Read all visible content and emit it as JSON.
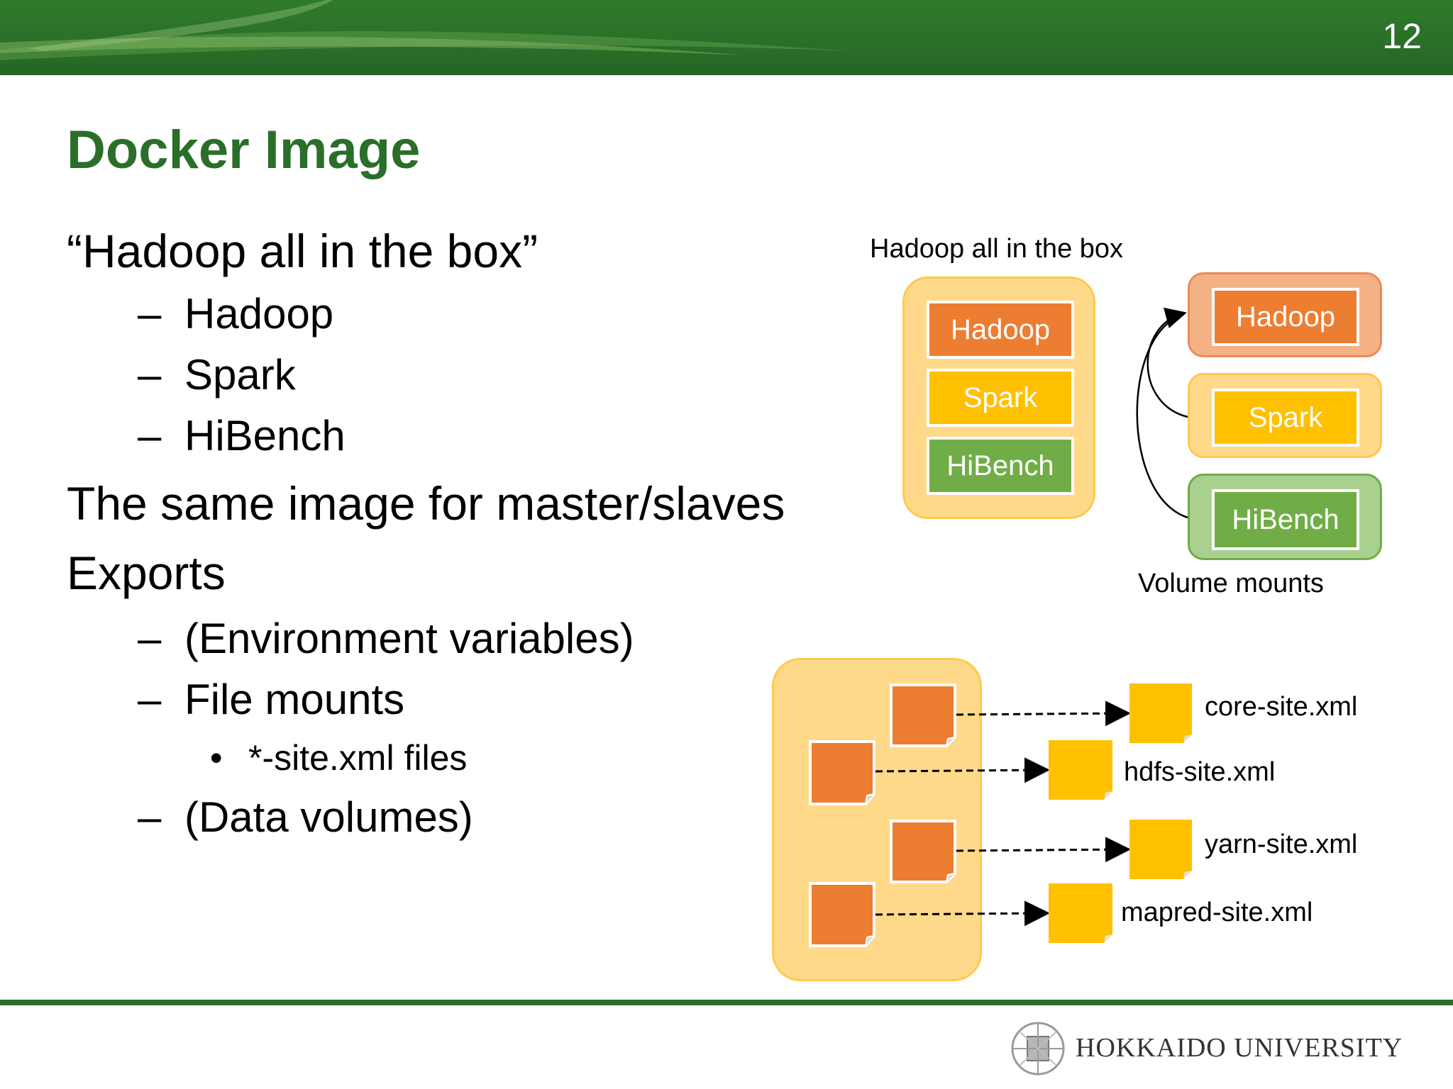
{
  "header": {
    "slide_number": "12"
  },
  "title": "Docker Image",
  "bullets": {
    "b1": "“Hadoop all in the box”",
    "b1_items": [
      "Hadoop",
      "Spark",
      "HiBench"
    ],
    "b2": "The same image for master/slaves",
    "b3": "Exports",
    "b3_items": [
      "(Environment variables)",
      "File mounts",
      "(Data volumes)"
    ],
    "b3_sub": "*-site.xml files",
    "dash": "–",
    "dot": "•"
  },
  "diagram": {
    "box_label": "Hadoop all in the box",
    "box_items": [
      "Hadoop",
      "Spark",
      "HiBench"
    ],
    "mounts_label": "Volume mounts",
    "mount_items": [
      "Hadoop",
      "Spark",
      "HiBench"
    ],
    "files": [
      "core-site.xml",
      "hdfs-site.xml",
      "yarn-site.xml",
      "mapred-site.xml"
    ]
  },
  "footer": {
    "university": "HOKKAIDO UNIVERSITY"
  },
  "colors": {
    "green": "#2a6e2a",
    "hadoop": "#ed7d31",
    "spark": "#ffc000",
    "hibench": "#70ad47",
    "container": "#ffd98a"
  }
}
